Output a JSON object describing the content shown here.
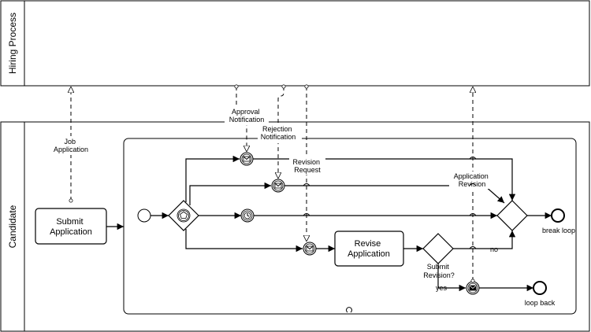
{
  "pools": {
    "hiring_process": "Hiring Process",
    "candidate": "Candidate"
  },
  "tasks": {
    "submit_application": [
      "Submit",
      "Application"
    ],
    "revise_application": [
      "Revise",
      "Application"
    ]
  },
  "gateways": {
    "submit_revision": [
      "Submit",
      "Revision?"
    ]
  },
  "events": {
    "break_loop": "break loop",
    "loop_back": "loop back"
  },
  "message_flows": {
    "job_application": [
      "Job",
      "Application"
    ],
    "approval_notification": [
      "Approval",
      "Notification"
    ],
    "rejection_notification": [
      "Rejection",
      "Notification"
    ],
    "revision_request": [
      "Revision",
      "Request"
    ],
    "application_revision": [
      "Application",
      "Revision"
    ]
  },
  "sequence_labels": {
    "yes": "yes",
    "no": "no"
  }
}
